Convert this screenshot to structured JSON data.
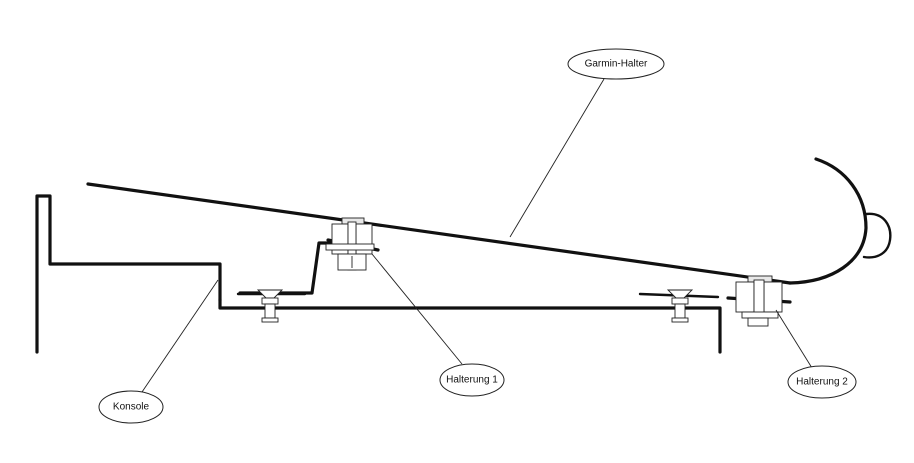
{
  "labels": {
    "garmin_halter": "Garmin-Halter",
    "halterung_1": "Halterung 1",
    "halterung_2": "Halterung 2",
    "konsole": "Konsole"
  },
  "colors": {
    "line": "#111111",
    "background": "#ffffff"
  }
}
